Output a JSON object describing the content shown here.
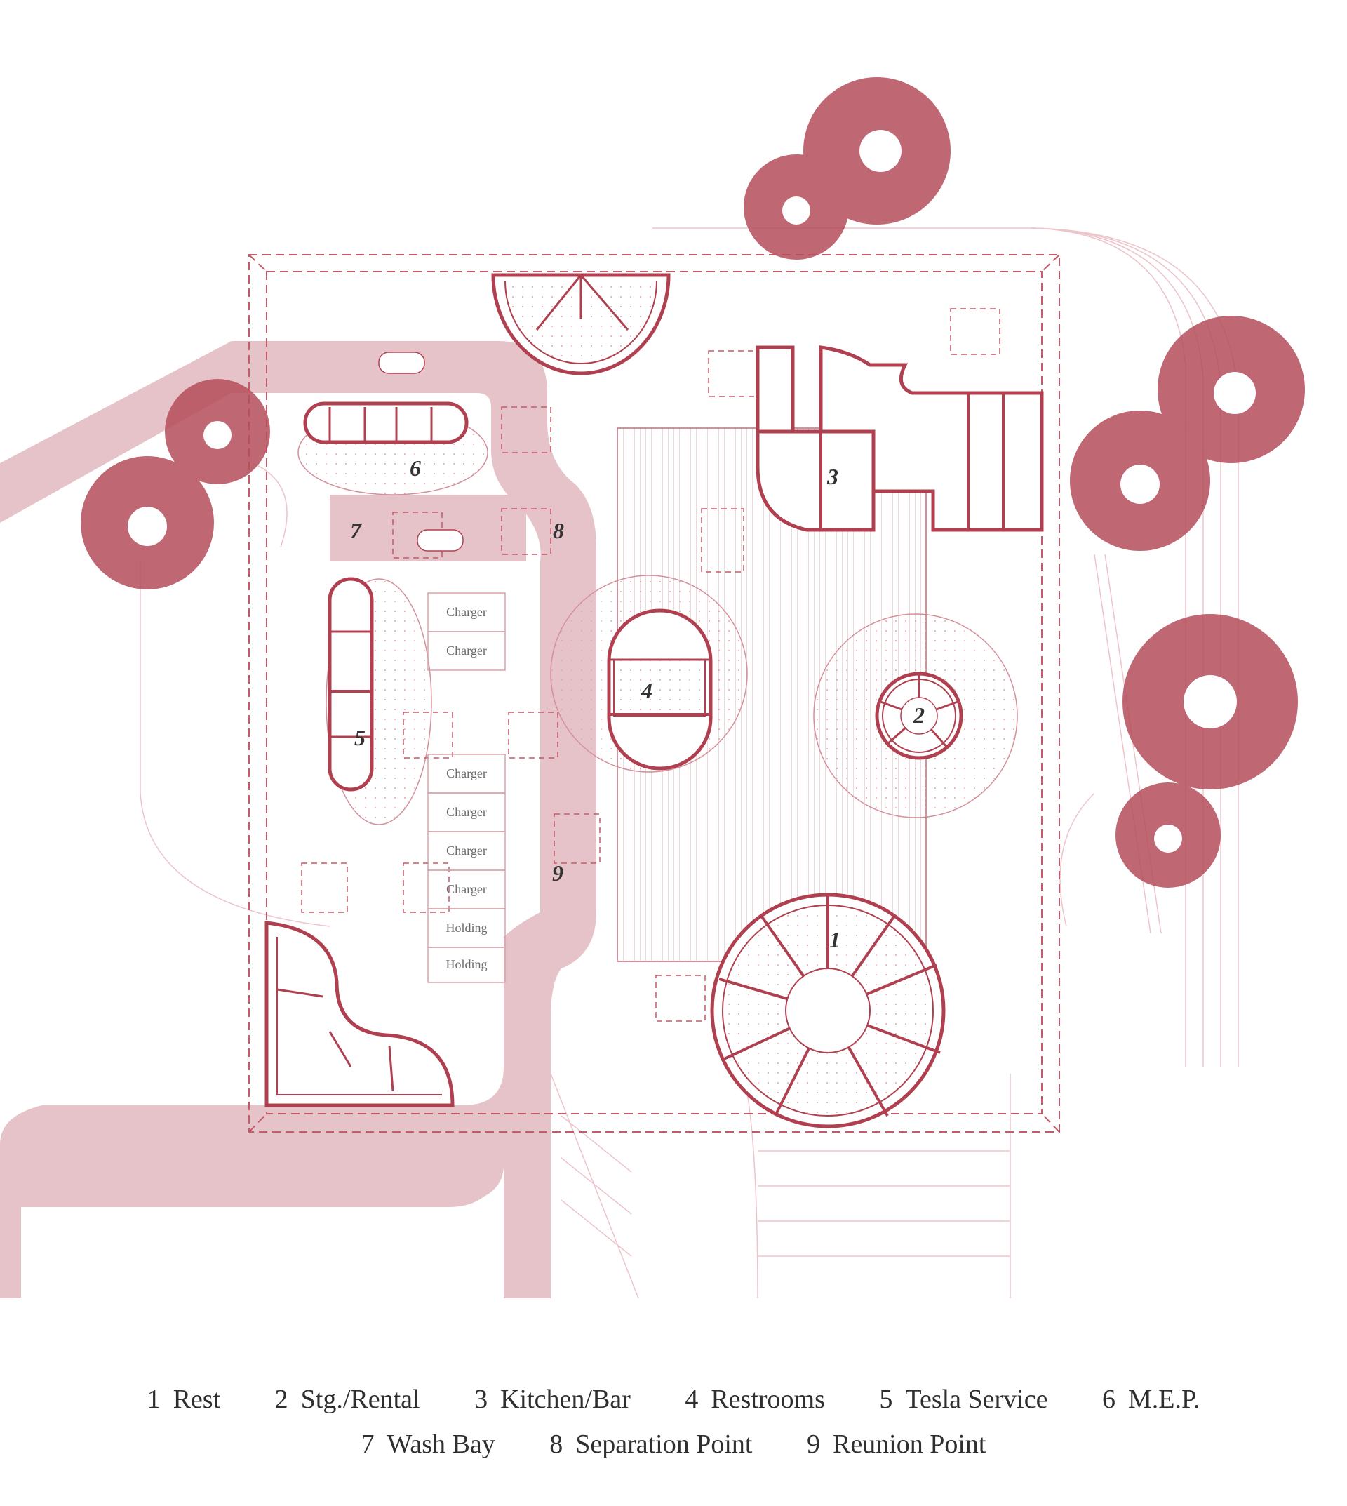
{
  "colors": {
    "wall": "#b0404f",
    "line": "#d89aa3",
    "road": "#e6c3c9",
    "tree": "#b44d5a",
    "label": "#333333"
  },
  "plan_labels": {
    "rest": "1",
    "storage": "2",
    "kitchen": "3",
    "restrooms": "4",
    "tesla": "5",
    "mep": "6",
    "wash": "7",
    "separation": "8",
    "reunion": "9"
  },
  "parking": {
    "upper": [
      "Charger",
      "Charger"
    ],
    "lower": [
      "Charger",
      "Charger",
      "Charger",
      "Charger",
      "Holding",
      "Holding"
    ]
  },
  "legend": {
    "row1": [
      {
        "num": "1",
        "label": "Rest"
      },
      {
        "num": "2",
        "label": "Stg./Rental"
      },
      {
        "num": "3",
        "label": "Kitchen/Bar"
      },
      {
        "num": "4",
        "label": "Restrooms"
      },
      {
        "num": "5",
        "label": "Tesla Service"
      },
      {
        "num": "6",
        "label": "M.E.P."
      }
    ],
    "row2": [
      {
        "num": "7",
        "label": "Wash Bay"
      },
      {
        "num": "8",
        "label": "Separation Point"
      },
      {
        "num": "9",
        "label": "Reunion Point"
      }
    ]
  }
}
